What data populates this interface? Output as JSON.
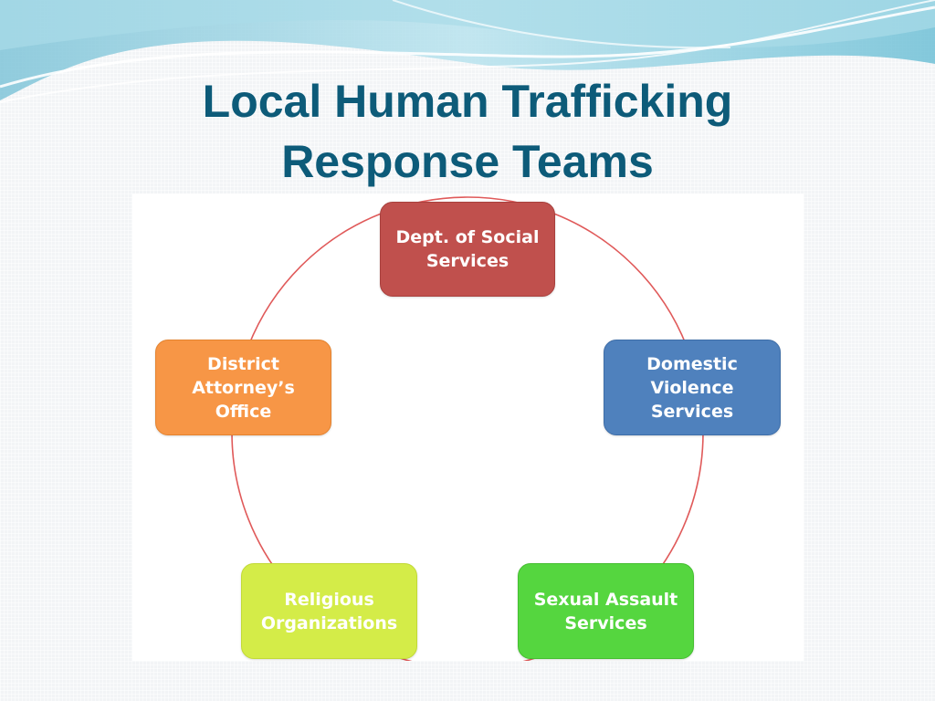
{
  "slide": {
    "title_line1": "Local Human Trafficking",
    "title_line2": "Response Teams"
  },
  "cycle": {
    "nodes": [
      {
        "label": "Dept. of Social Services",
        "color": "#c0504d"
      },
      {
        "label": "Domestic Violence Services",
        "color": "#4f81bd"
      },
      {
        "label": "Sexual Assault Services",
        "color": "#55d63f"
      },
      {
        "label": "Religious Organizations",
        "color": "#d4ec48"
      },
      {
        "label": "District Attorney’s Office",
        "color": "#f79646"
      }
    ],
    "connector_color": "#e05a5a"
  }
}
